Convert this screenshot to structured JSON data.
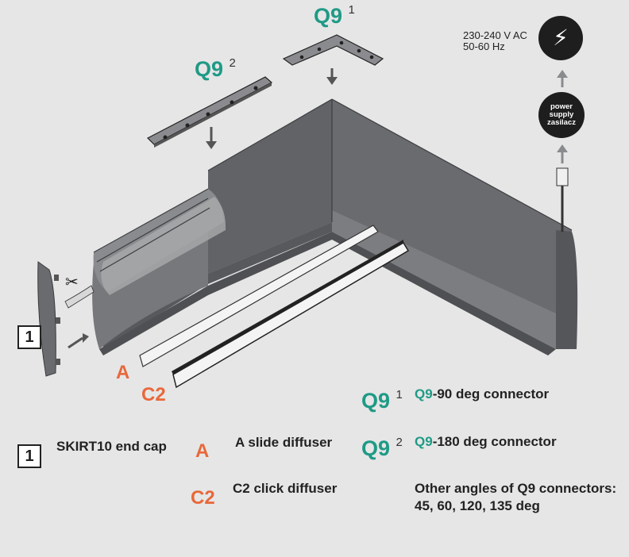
{
  "colors": {
    "background": "#e6e6e6",
    "profile_dark": "#5a5b5e",
    "profile_light": "#7a7b7e",
    "connector_teal": "#1f9a86",
    "diffuser_orange": "#e8683a",
    "power_dark": "#1e1e1e"
  },
  "top_labels": {
    "q9_90": {
      "text": "Q9",
      "sup": "1"
    },
    "q9_180": {
      "text": "Q9",
      "sup": "2"
    }
  },
  "power": {
    "voltage": "230-240 V AC",
    "frequency": "50-60 Hz",
    "supply_label_line1": "power",
    "supply_label_line2": "supply",
    "supply_label_line3": "zasilacz",
    "icon": "lightning-icon"
  },
  "part_labels": {
    "end_cap_num": "1",
    "diffuser_a": "A",
    "diffuser_c2": "C2"
  },
  "legend": {
    "end_cap": {
      "num": "1",
      "text": "SKIRT10 end cap"
    },
    "slide": {
      "letter": "A",
      "text": "A slide diffuser"
    },
    "click": {
      "letter": "C2",
      "text": "C2 click diffuser"
    },
    "q9_90": {
      "code": "Q9",
      "sup": "1",
      "prefix": "Q9",
      "text": "-90 deg connector"
    },
    "q9_180": {
      "code": "Q9",
      "sup": "2",
      "prefix": "Q9",
      "text": "-180 deg connector"
    },
    "other_angles_line1": "Other angles of Q9 connectors:",
    "other_angles_line2": "45, 60, 120, 135 deg"
  }
}
